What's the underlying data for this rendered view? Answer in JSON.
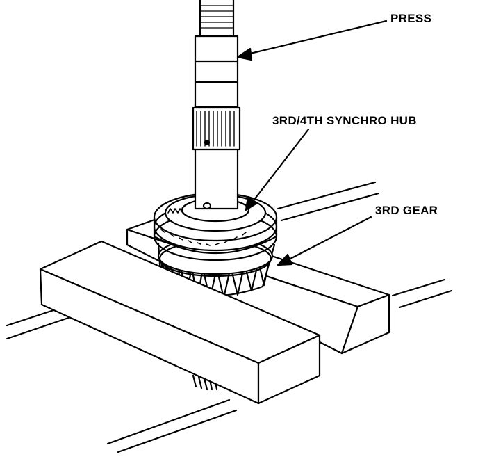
{
  "labels": {
    "press": "PRESS",
    "hub": "3RD/4TH SYNCHRO HUB",
    "gear": "3RD GEAR"
  },
  "colors": {
    "ink": "#000000",
    "paper": "#ffffff"
  }
}
